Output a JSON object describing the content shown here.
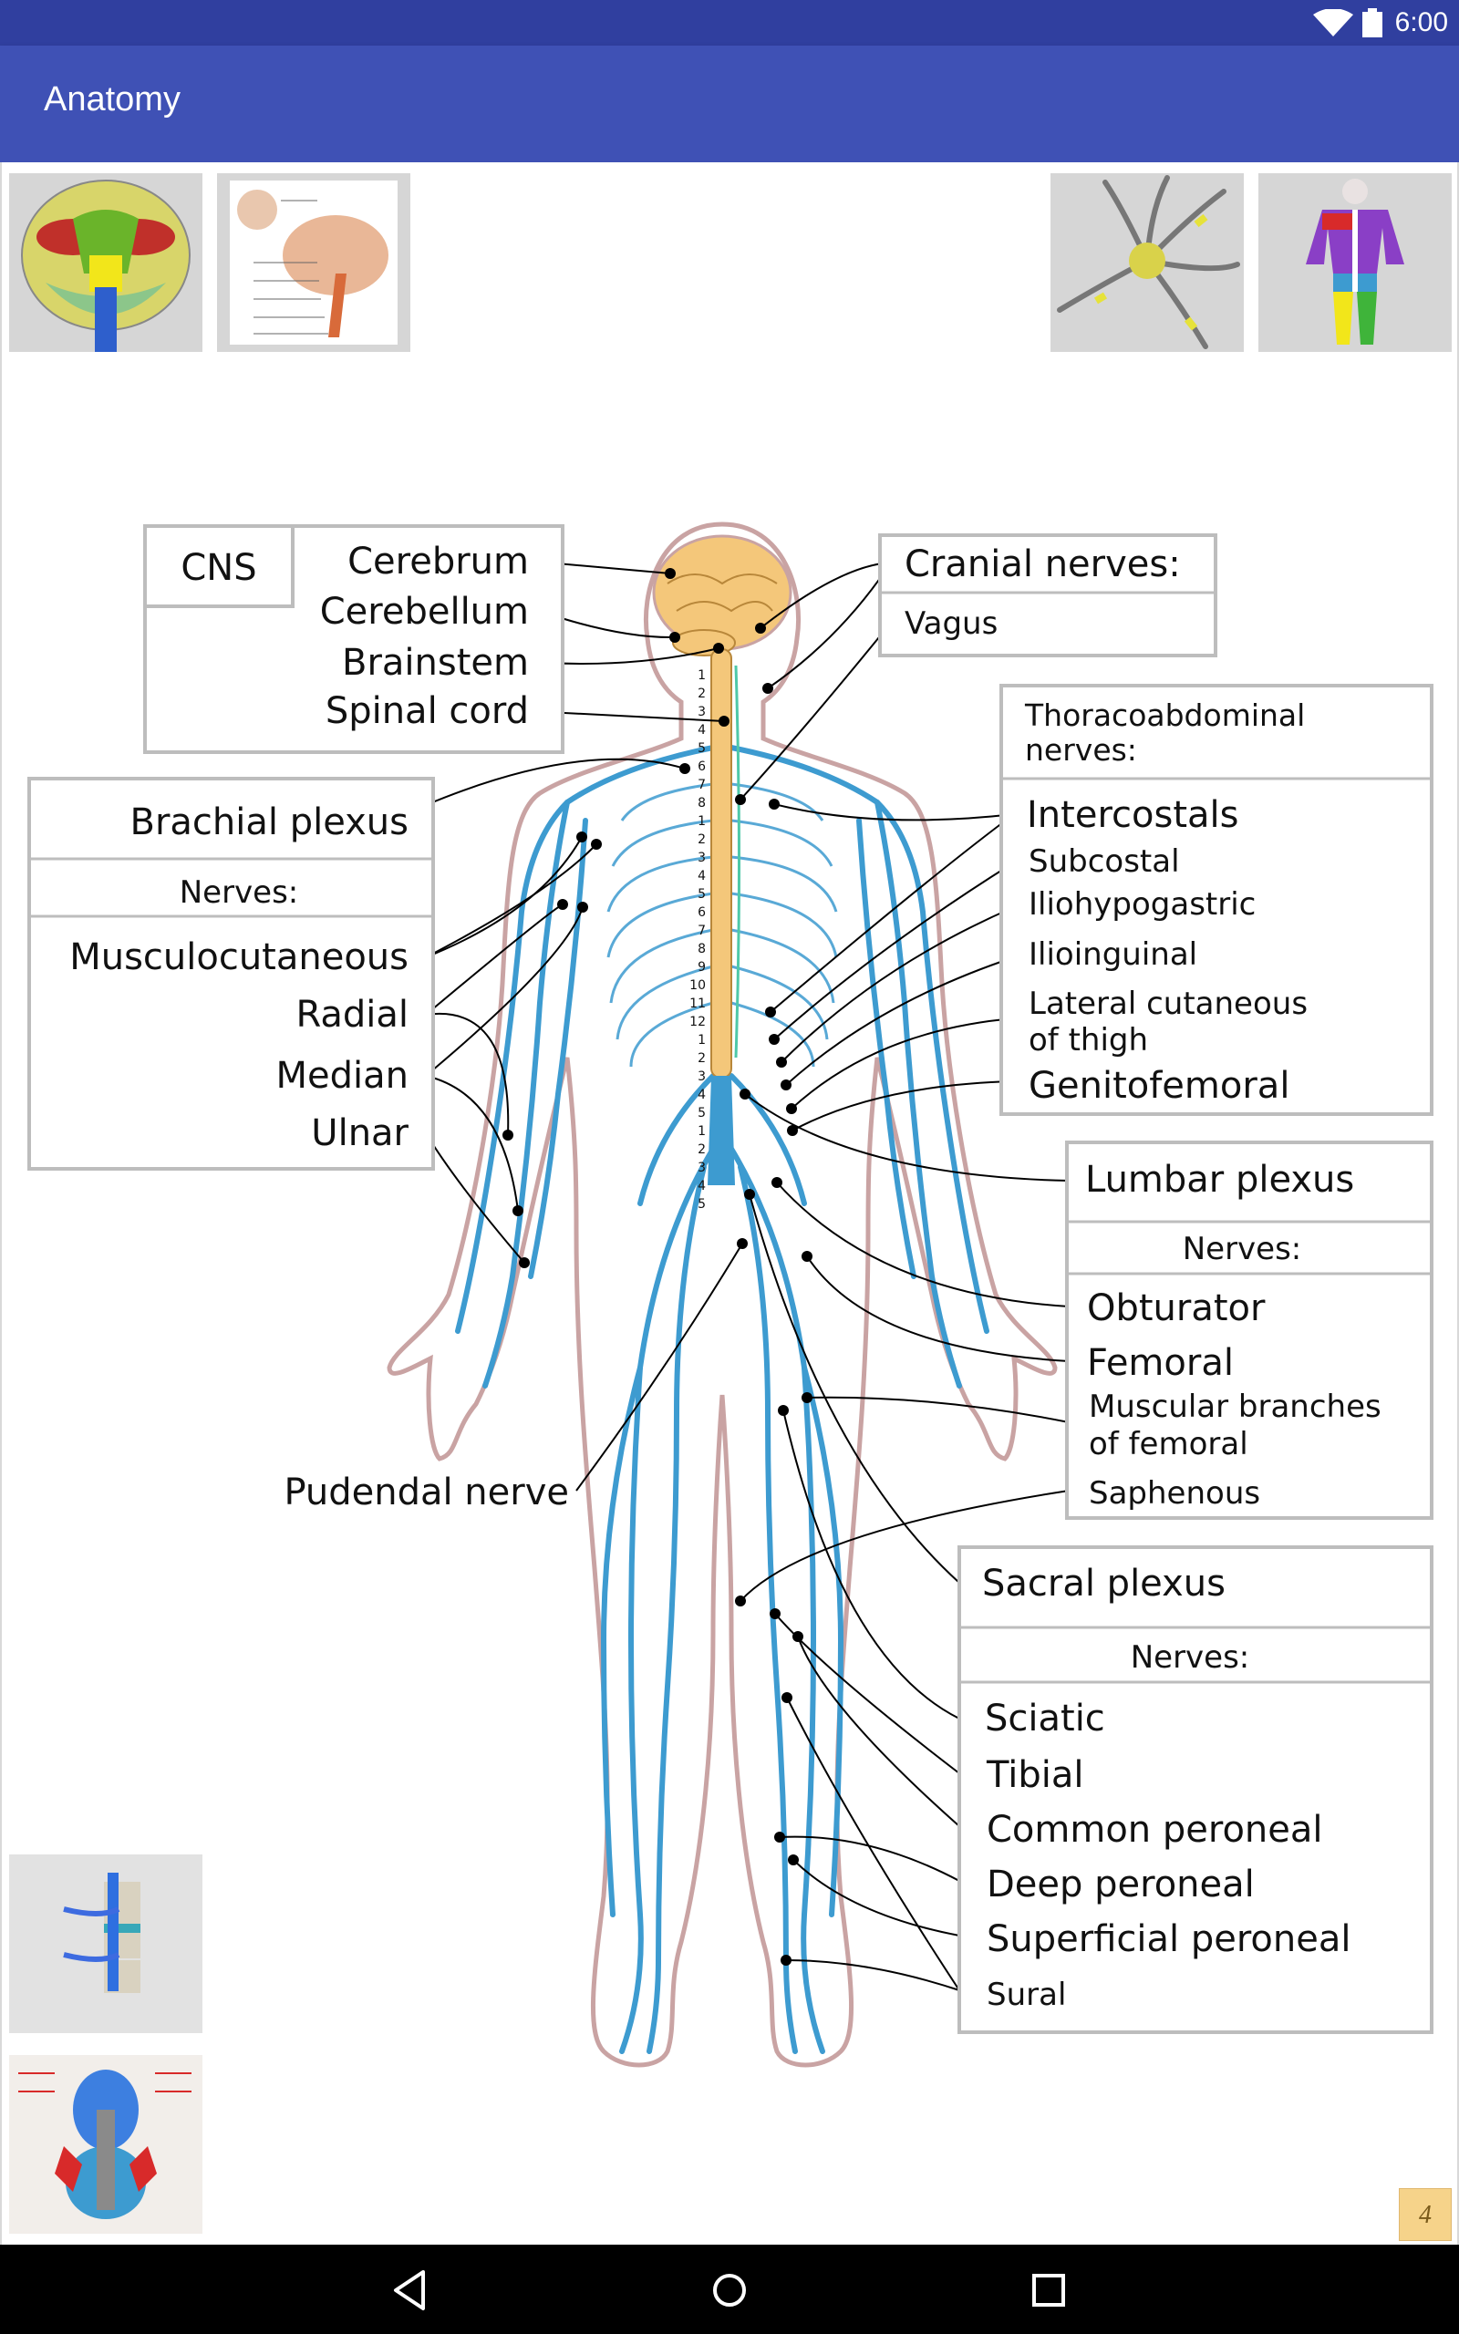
{
  "status_bar": {
    "time": "6:00",
    "wifi_icon": "wifi-icon",
    "battery_icon": "battery-icon"
  },
  "app_bar": {
    "title": "Anatomy"
  },
  "thumbnails": [
    {
      "name": "brain-cross-section-thumbnail"
    },
    {
      "name": "brainstem-thumbnail"
    },
    {
      "name": "neuron-thumbnail"
    },
    {
      "name": "dermatomes-thumbnail"
    },
    {
      "name": "spinal-vertebra-thumbnail"
    },
    {
      "name": "spinal-pathways-thumbnail"
    }
  ],
  "diagram": {
    "cns": {
      "header": "CNS",
      "items": [
        "Cerebrum",
        "Cerebellum",
        "Brainstem",
        "Spinal cord"
      ]
    },
    "cranial": {
      "header": "Cranial nerves:",
      "items": [
        "Vagus"
      ]
    },
    "brachial": {
      "header": "Brachial plexus",
      "subheader": "Nerves:",
      "items": [
        "Musculocutaneous",
        "Radial",
        "Median",
        "Ulnar"
      ]
    },
    "thoracoabdominal": {
      "header_line1": "Thoracoabdominal",
      "header_line2": "nerves:",
      "items": [
        "Intercostals",
        "Subcostal",
        "Iliohypogastric",
        "Ilioinguinal"
      ],
      "lateral_line1": "Lateral cutaneous",
      "lateral_line2": "of thigh",
      "last": "Genitofemoral"
    },
    "lumbar": {
      "header": "Lumbar plexus",
      "subheader": "Nerves:",
      "items": [
        "Obturator",
        "Femoral"
      ],
      "muscular_line1": "Muscular branches",
      "muscular_line2": "of femoral",
      "last": "Saphenous"
    },
    "sacral": {
      "header": "Sacral plexus",
      "subheader": "Nerves:",
      "items": [
        "Sciatic",
        "Tibial",
        "Common peroneal",
        "Deep peroneal",
        "Superficial peroneal",
        "Sural"
      ]
    },
    "pudendal": "Pudendal nerve",
    "vertebra_labels": [
      "1",
      "2",
      "3",
      "4",
      "5",
      "6",
      "7",
      "8",
      "1",
      "2",
      "3",
      "4",
      "5",
      "6",
      "7",
      "8",
      "9",
      "10",
      "11",
      "12",
      "1",
      "2",
      "3",
      "4",
      "5",
      "1",
      "2",
      "3",
      "4",
      "5"
    ]
  },
  "page_indicator": "4",
  "nav": {
    "back": "back-button",
    "home": "home-button",
    "recents": "recents-button"
  },
  "colors": {
    "status_bar": "#303F9F",
    "app_bar": "#3F51B5",
    "nerve": "#3D9BD0",
    "body_outline": "#C9A3A3",
    "spine": "#F4C77A"
  }
}
